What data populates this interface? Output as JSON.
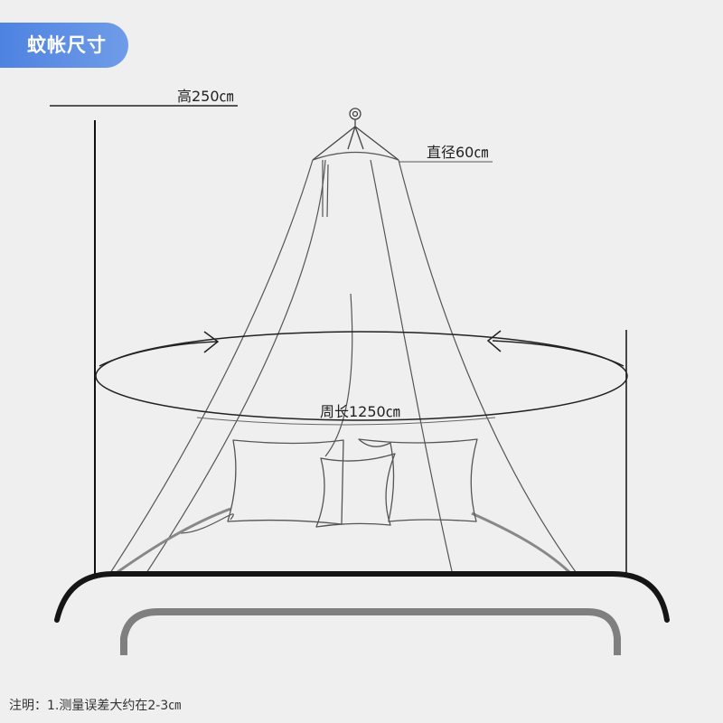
{
  "header": {
    "title": "蚊帐尺寸"
  },
  "dimensions": {
    "height_label": "高250㎝",
    "diameter_label": "直径60㎝",
    "perimeter_label": "周长1250㎝"
  },
  "footnote": "注明：1.测量误差大约在2-3㎝",
  "colors": {
    "title_badge": "#5a8ae6",
    "background": "#efefef",
    "line": "#222222",
    "bed_frame": "#1a1a1a",
    "bed_base": "#808080"
  }
}
